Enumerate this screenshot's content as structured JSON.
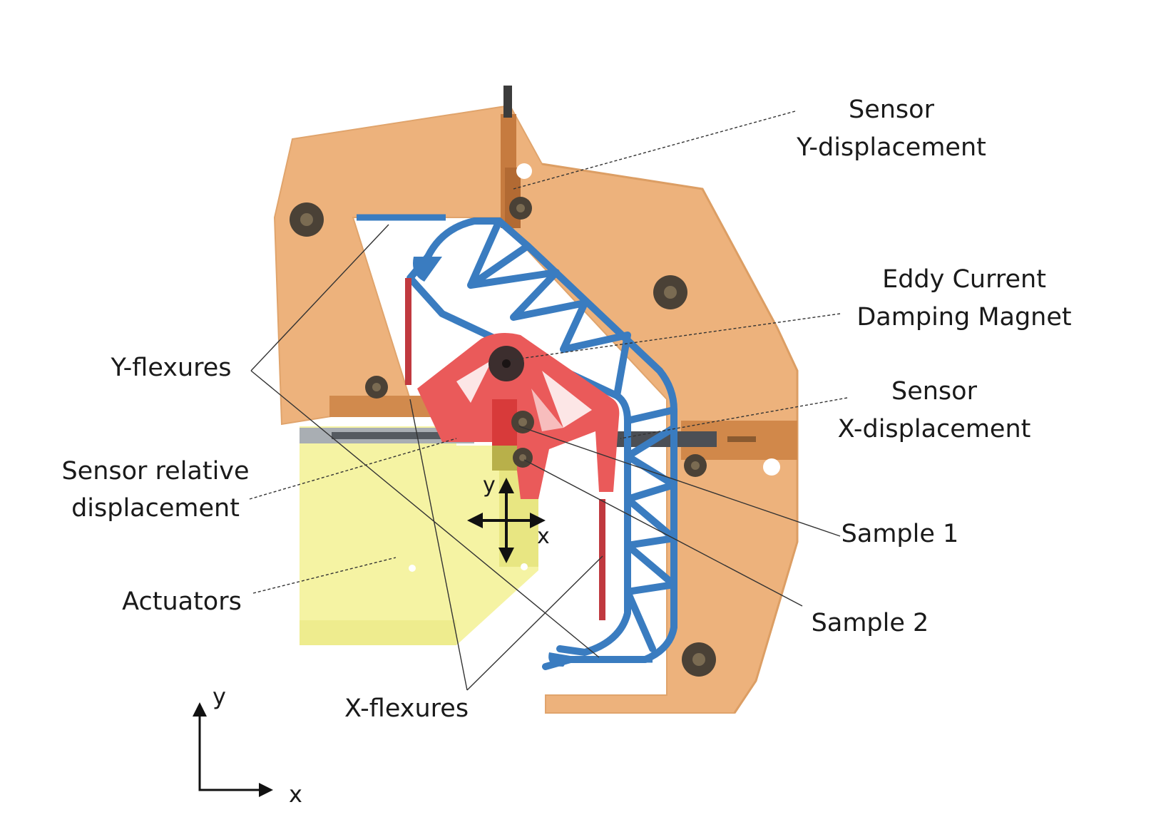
{
  "labels": {
    "sensor_y": [
      "Sensor",
      "Y-displacement"
    ],
    "eddy_current": [
      "Eddy Current",
      "Damping Magnet"
    ],
    "sensor_x": [
      "Sensor",
      "X-displacement"
    ],
    "y_flexures": "Y-flexures",
    "sensor_relative": [
      "Sensor relative",
      "displacement"
    ],
    "sample_1": "Sample 1",
    "sample_2": "Sample 2",
    "actuators": "Actuators",
    "x_flexures": "X-flexures"
  },
  "axes": {
    "main_x": "x",
    "main_y": "y",
    "local_x": "x",
    "local_y": "y"
  },
  "colors": {
    "frame": "#edb27c",
    "frame_dark": "#d99a60",
    "flexure_blue": "#3a7cc0",
    "stage_red": "#ea5a5a",
    "flexure_red": "#c0393f",
    "actuator_yellow": "#f4f29e",
    "sensor_bronze": "#c98a4e"
  }
}
